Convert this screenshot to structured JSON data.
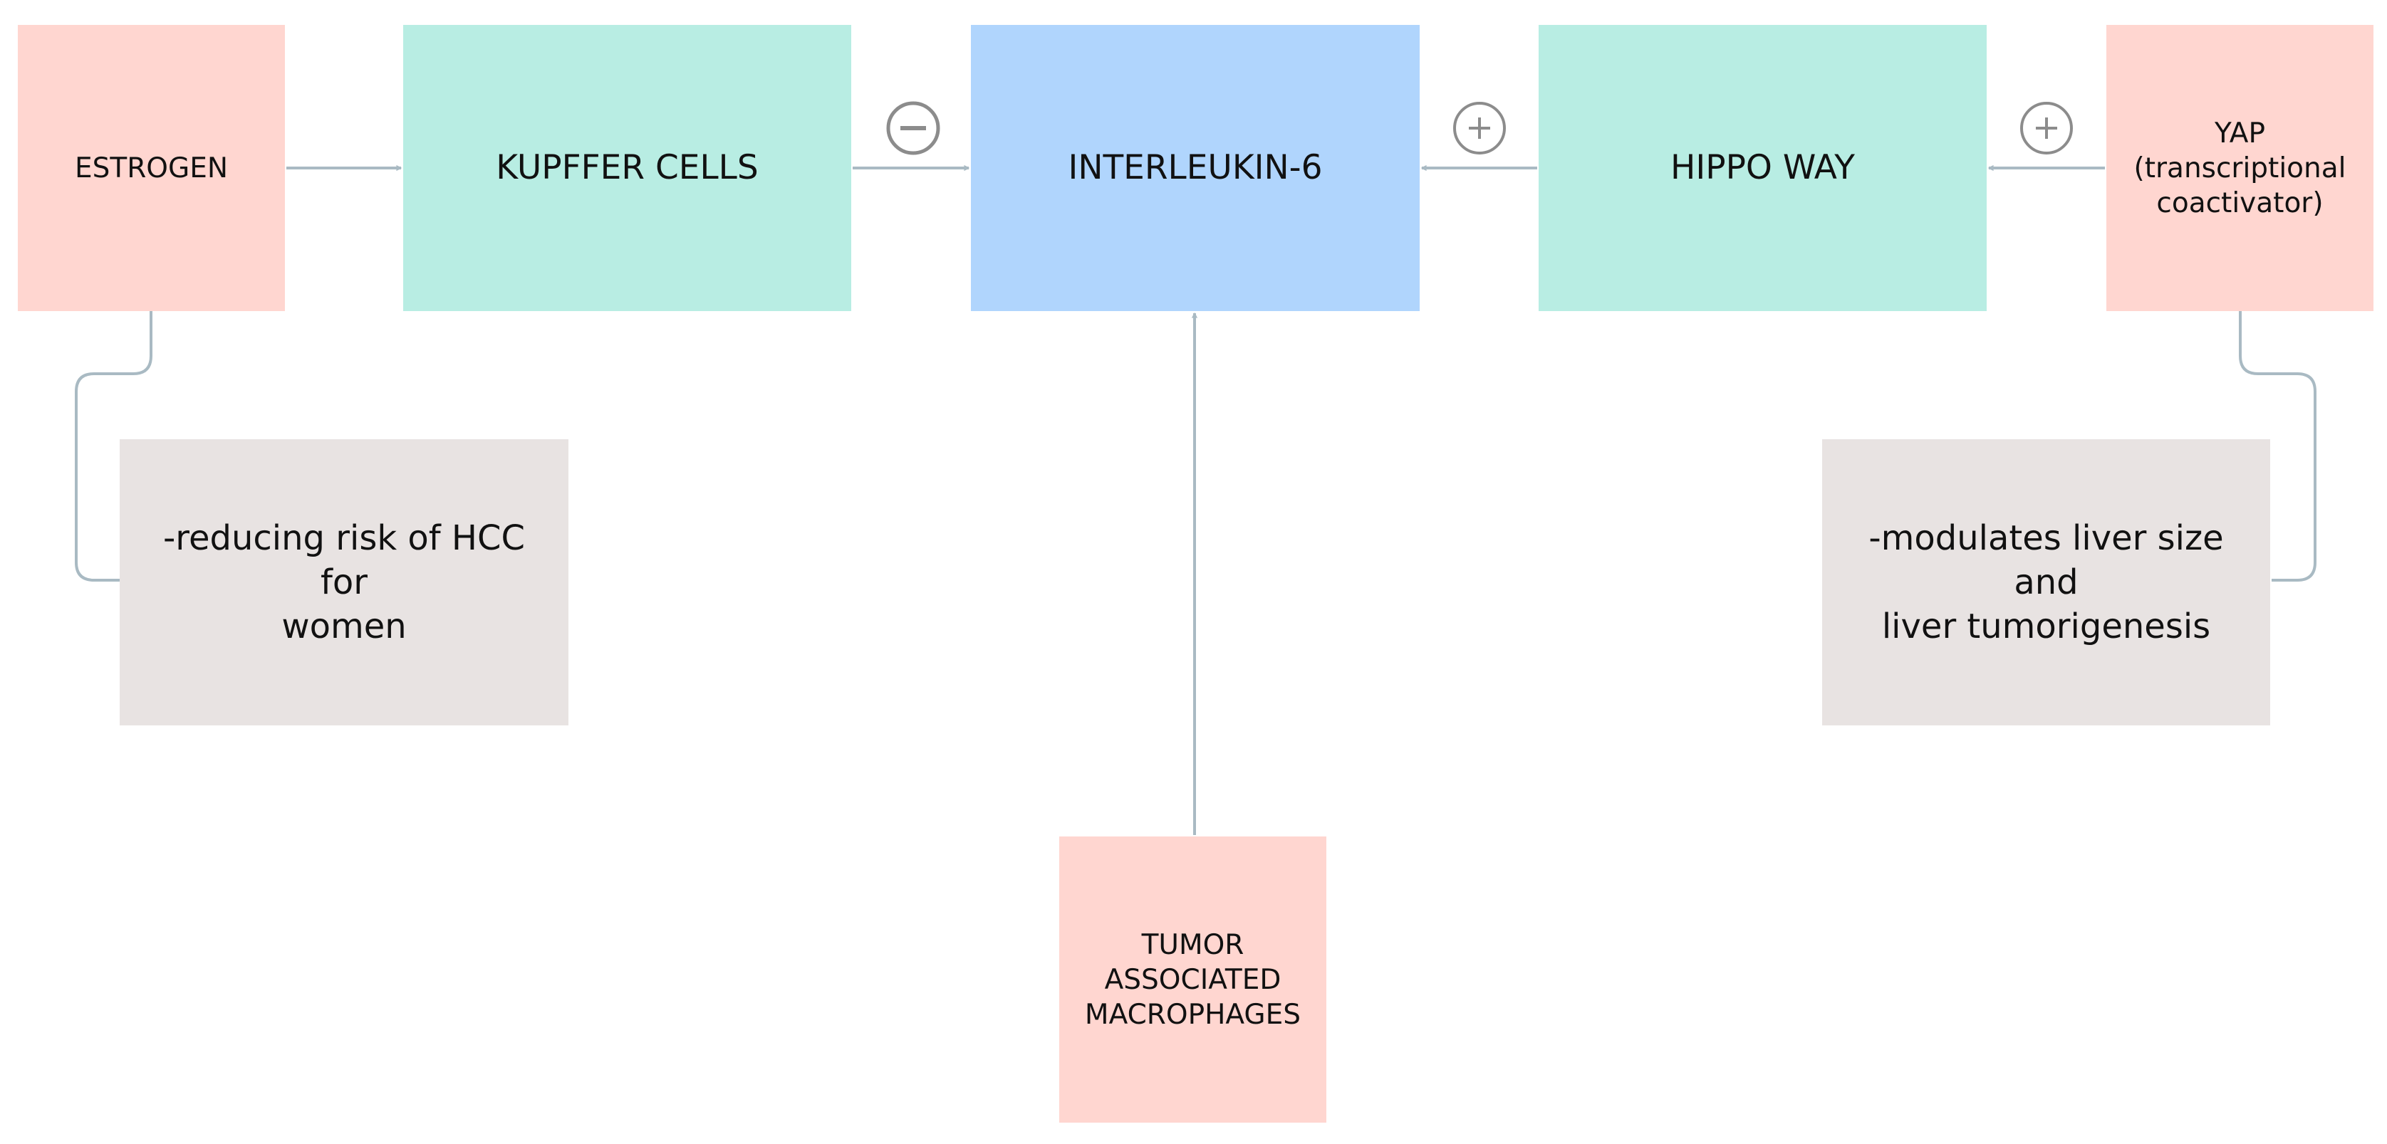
{
  "nodes": {
    "estrogen": "ESTROGEN",
    "kupffer_cells": "KUPFFER CELLS",
    "interleukin6": "INTERLEUKIN-6",
    "hippo_way": "HIPPO WAY",
    "yap": [
      "YAP",
      "(transcriptional",
      "coactivator)"
    ],
    "tumor_associated_macrophages": [
      "TUMOR",
      "ASSOCIATED",
      "MACROPHAGES"
    ]
  },
  "notes": {
    "estrogen": [
      "-reducing risk of HCC for",
      "women"
    ],
    "yap": [
      "-modulates liver size and",
      "liver tumorigenesis"
    ]
  },
  "edges": [
    {
      "from": "estrogen",
      "to": "kupffer_cells",
      "sign": ""
    },
    {
      "from": "kupffer_cells",
      "to": "interleukin6",
      "sign": "minus"
    },
    {
      "from": "hippo_way",
      "to": "interleukin6",
      "sign": "plus"
    },
    {
      "from": "yap",
      "to": "hippo_way",
      "sign": "plus"
    },
    {
      "from": "tumor_associated_macrophages",
      "to": "interleukin6",
      "sign": ""
    }
  ],
  "colors": {
    "inhibitor_box": "#ffd6d0",
    "pathway_box": "#b8ede3",
    "target_box": "#b0d5fd",
    "note_box": "#e8e3e2",
    "connector": "#a9bac3",
    "sign_symbol": "#8c8c8c"
  }
}
